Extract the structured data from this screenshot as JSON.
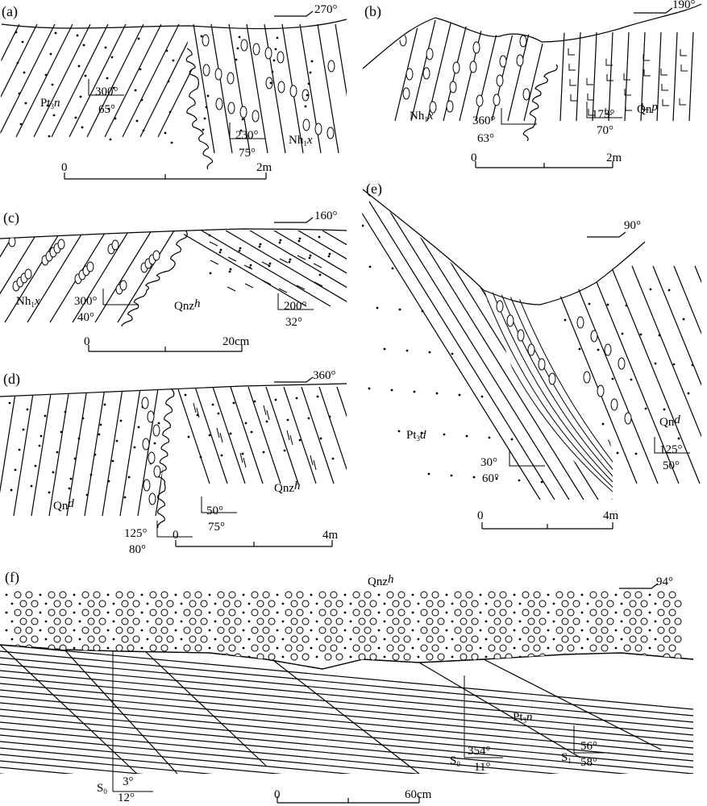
{
  "panels": {
    "a": {
      "label": "(a)",
      "orientation": "270°",
      "units": [
        {
          "name": "Pt",
          "sub": "3",
          "suffix": "n"
        },
        {
          "name": "Nh",
          "sub": "1",
          "suffix": "x"
        }
      ],
      "attitudes": [
        {
          "dip_direction": "300°",
          "dip_angle": "65°"
        },
        {
          "dip_direction": "230°",
          "dip_angle": "75°"
        }
      ],
      "scale": {
        "start": "0",
        "end": "2m"
      }
    },
    "b": {
      "label": "(b)",
      "orientation": "190°",
      "units": [
        {
          "name": "Nh",
          "sub": "1",
          "suffix": "x"
        },
        {
          "name": "Qn",
          "sub": "",
          "suffix": "p"
        }
      ],
      "attitudes": [
        {
          "dip_direction": "360°",
          "dip_angle": "63°"
        },
        {
          "dip_direction": "173°",
          "dip_angle": "70°"
        }
      ],
      "scale": {
        "start": "0",
        "end": "2m"
      }
    },
    "c": {
      "label": "(c)",
      "orientation": "160°",
      "units": [
        {
          "name": "Nh",
          "sub": "1",
          "suffix": "x"
        },
        {
          "name": "Qnz",
          "sub": "",
          "suffix": "h"
        }
      ],
      "attitudes": [
        {
          "dip_direction": "300°",
          "dip_angle": "40°"
        },
        {
          "dip_direction": "200°",
          "dip_angle": "32°"
        }
      ],
      "scale": {
        "start": "0",
        "end": "20cm"
      }
    },
    "d": {
      "label": "(d)",
      "orientation": "360°",
      "units": [
        {
          "name": "Qn",
          "sub": "",
          "suffix": "d"
        },
        {
          "name": "Qnz",
          "sub": "",
          "suffix": "h"
        }
      ],
      "attitudes": [
        {
          "dip_direction": "125°",
          "dip_angle": "80°"
        },
        {
          "dip_direction": "50°",
          "dip_angle": "75°"
        }
      ],
      "scale": {
        "start": "0",
        "end": "4m"
      }
    },
    "e": {
      "label": "(e)",
      "orientation": "90°",
      "units": [
        {
          "name": "Pt",
          "sub": "3",
          "suffix": "d"
        },
        {
          "name": "Qn",
          "sub": "",
          "suffix": "d"
        }
      ],
      "attitudes": [
        {
          "dip_direction": "30°",
          "dip_angle": "60°"
        },
        {
          "dip_direction": "125°",
          "dip_angle": "50°"
        }
      ],
      "scale": {
        "start": "0",
        "end": "4m"
      }
    },
    "f": {
      "label": "(f)",
      "orientation": "94°",
      "units": [
        {
          "name": "Qnz",
          "sub": "",
          "suffix": "h"
        },
        {
          "name": "Pt",
          "sub": "3",
          "suffix": "n"
        }
      ],
      "attitudes": [
        {
          "prefix": "S",
          "prefix_sub": "0",
          "dip_direction": "3°",
          "dip_angle": "12°"
        },
        {
          "prefix": "S",
          "prefix_sub": "0",
          "dip_direction": "354°",
          "dip_angle": "11°"
        },
        {
          "prefix": "S",
          "prefix_sub": "1",
          "dip_direction": "56°",
          "dip_angle": "58°"
        }
      ],
      "scale": {
        "start": "0",
        "end": "60cm"
      }
    }
  }
}
